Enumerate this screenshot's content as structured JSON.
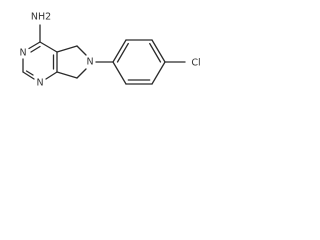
{
  "structure": {
    "atoms": {
      "amine": "NH2",
      "pyrimidine_n_top": "N",
      "pyrimidine_n_bottom": "N",
      "pyrroline_n": "N",
      "chlorine": "Cl"
    }
  }
}
